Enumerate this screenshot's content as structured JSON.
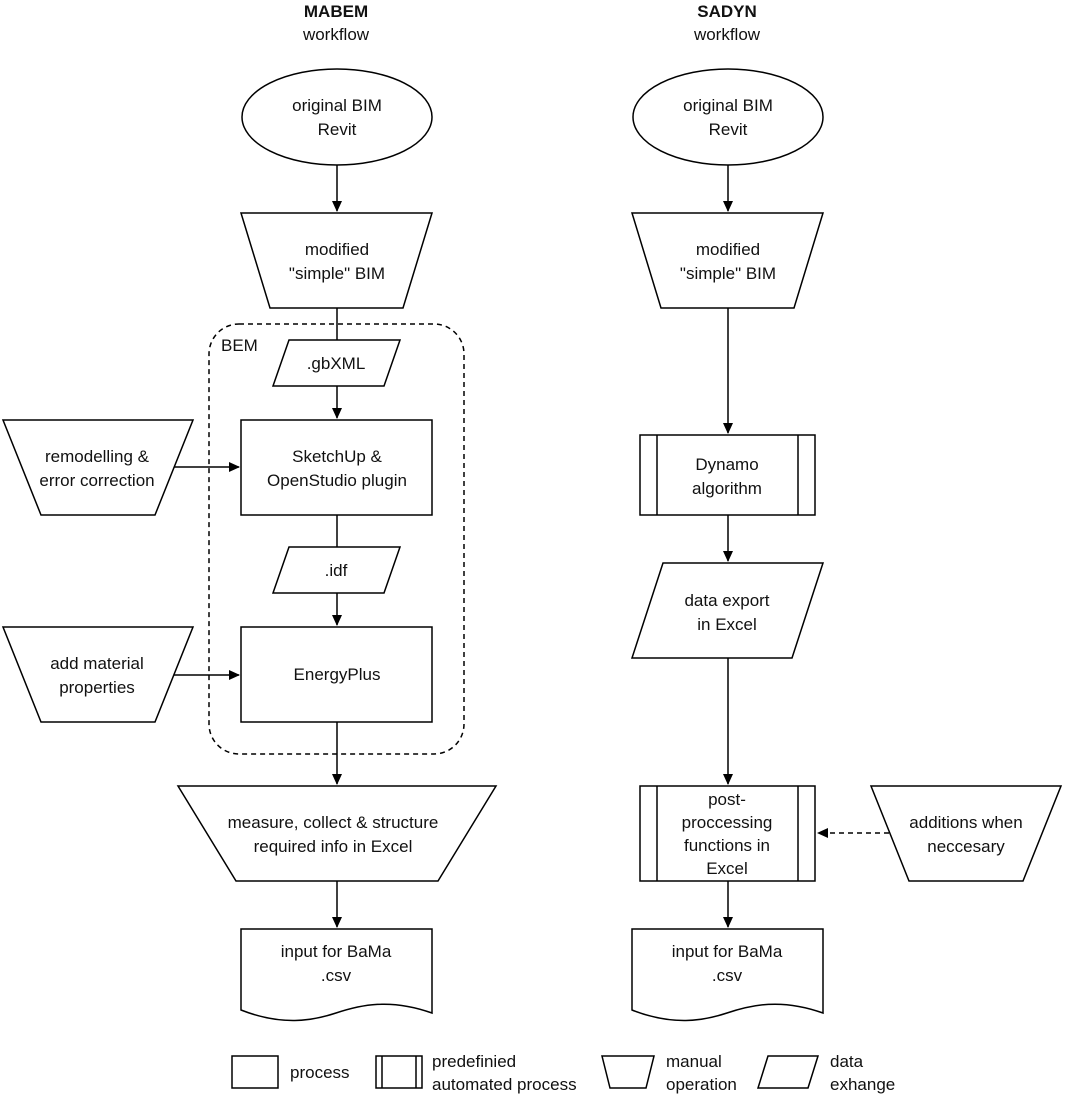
{
  "mabem": {
    "title": "MABEM",
    "subtitle": "workflow",
    "original_bim": [
      "original BIM",
      "Revit"
    ],
    "modified_bim": [
      "modified",
      "\"simple\" BIM"
    ],
    "bem_label": "BEM",
    "gbxml": ".gbXML",
    "sketchup": [
      "SketchUp &",
      "OpenStudio plugin"
    ],
    "remodelling": [
      "remodelling &",
      "error correction"
    ],
    "idf": ".idf",
    "energyplus": "EnergyPlus",
    "add_material": [
      "add material",
      "properties"
    ],
    "measure": [
      "measure, collect & structure",
      "required info in Excel"
    ],
    "input": [
      "input for BaMa",
      ".csv"
    ]
  },
  "sadyn": {
    "title": "SADYN",
    "subtitle": "workflow",
    "original_bim": [
      "original BIM",
      "Revit"
    ],
    "modified_bim": [
      "modified",
      "\"simple\" BIM"
    ],
    "dynamo": [
      "Dynamo",
      "algorithm"
    ],
    "export": [
      "data export",
      "in Excel"
    ],
    "post": [
      "post-",
      "proccessing",
      "functions in",
      "Excel"
    ],
    "additions": [
      "additions when",
      "neccesary"
    ],
    "input": [
      "input for BaMa",
      ".csv"
    ]
  },
  "legend": {
    "process": "process",
    "predefined": [
      "predefinied",
      "automated process"
    ],
    "manual": [
      "manual",
      "operation"
    ],
    "data": [
      "data",
      "exhange"
    ]
  }
}
